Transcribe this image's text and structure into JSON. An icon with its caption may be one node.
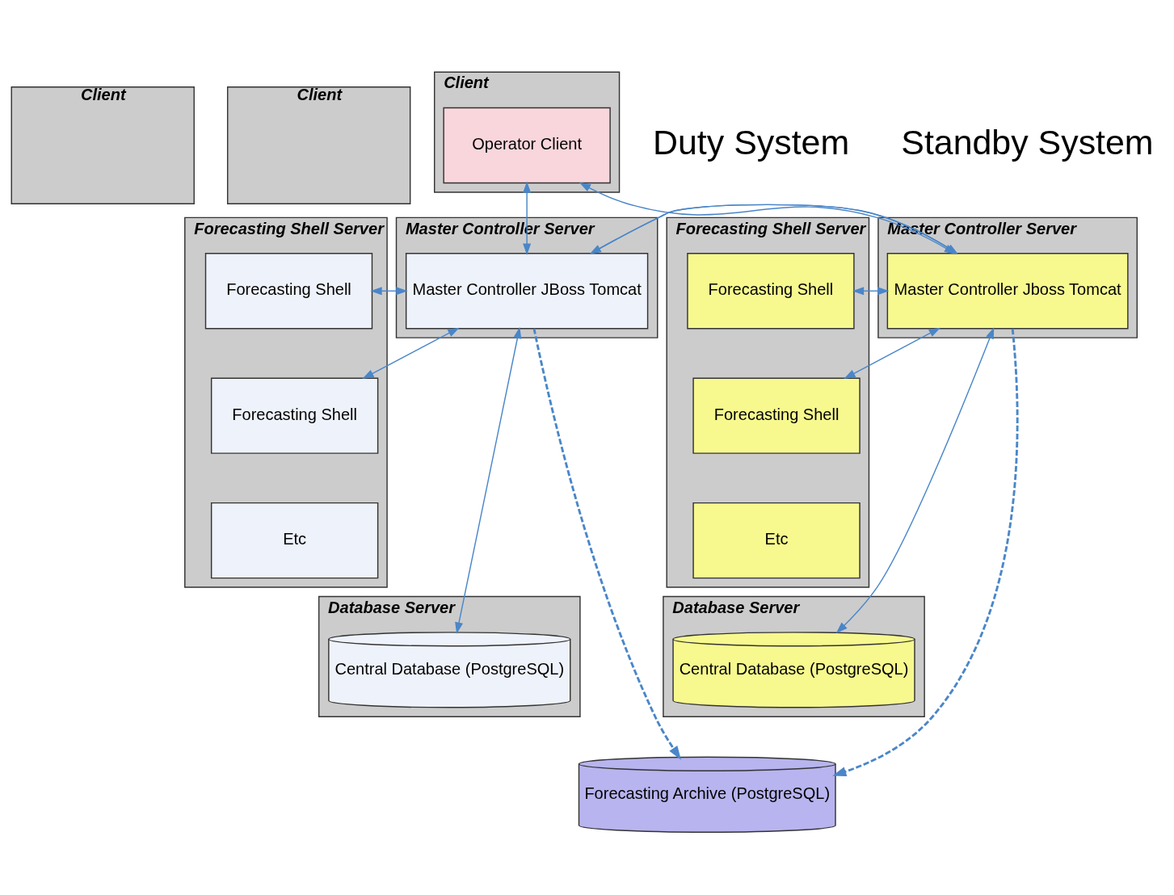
{
  "diagram": {
    "nodes": [
      {
        "text": [
          "Client"
        ]
      },
      {
        "text": [
          "Client"
        ]
      },
      {
        "text": [
          "Client"
        ]
      },
      {
        "text": [
          "Operator Client"
        ],
        "in": 2
      },
      {
        "text": [
          "Forecasting Shell Server"
        ]
      },
      {
        "text": [
          "Forecasting Shell"
        ],
        "in": 4
      },
      {
        "text": [
          "Forecasting Shell"
        ],
        "in": 4
      },
      {
        "text": [
          "Etc"
        ],
        "in": 4
      },
      {
        "text": [
          "Master Controller Server"
        ]
      },
      {
        "text": [
          "Master Controller JBoss Tomcat"
        ],
        "in": 8
      },
      {
        "text": [
          "Master Controller Server"
        ]
      },
      {
        "text": [
          "Master Controller Jboss Tomcat"
        ],
        "in": 10
      },
      {
        "text": [
          "Forecasting Shell Server"
        ]
      },
      {
        "text": [
          "Forecasting Shell"
        ],
        "in": 12
      },
      {
        "text": [
          "Forecasting Shell"
        ],
        "in": 12
      },
      {
        "text": [
          "Etc"
        ],
        "in": 12
      },
      {
        "text": [
          "Database Server"
        ]
      },
      {
        "text": [
          "Central Database (PostgreSQL)"
        ],
        "in": 16
      },
      {
        "text": [
          "Database Server"
        ]
      },
      {
        "text": [
          "Central Database (PostgreSQL)"
        ],
        "in": 18
      },
      {
        "text": [
          "Forecasting Archive (PostgreSQL)"
        ]
      }
    ],
    "edges": [
      {
        "from": 3,
        "to": 9,
        "arrow": "both"
      },
      {
        "from": 11,
        "to": 3,
        "arrow": "both"
      },
      {
        "from": 11,
        "to": 9,
        "arrow": "to"
      },
      {
        "from": 9,
        "to": 11,
        "arrow": "to"
      },
      {
        "from": 5,
        "to": 9,
        "arrow": "both"
      },
      {
        "from": 6,
        "to": 9,
        "arrow": "both"
      },
      {
        "from": 9,
        "to": 17,
        "arrow": "both"
      },
      {
        "from": 9,
        "to": 20,
        "arrow": "to",
        "style": "dashed"
      },
      {
        "from": 11,
        "to": 20,
        "arrow": "to",
        "style": "dashed"
      },
      {
        "from": 11,
        "to": 13,
        "arrow": "both"
      },
      {
        "from": 11,
        "to": 14,
        "arrow": "both"
      },
      {
        "from": 11,
        "to": 19,
        "arrow": "both"
      }
    ],
    "labels": [
      "Duty System",
      "Standby System"
    ]
  }
}
